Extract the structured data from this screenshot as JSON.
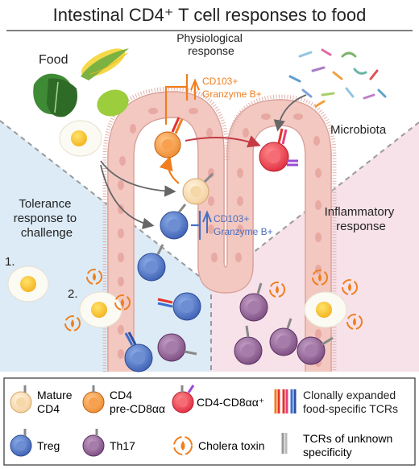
{
  "title": "Intestinal CD4⁺ T cell responses to food",
  "labels": {
    "food": "Food",
    "physiological": [
      "Physiological",
      "response"
    ],
    "microbiota": "Microbiota",
    "tolerance": [
      "Tolerance",
      "response to",
      "challenge"
    ],
    "inflammatory": [
      "Inflammatory",
      "response"
    ],
    "step1": "1.",
    "step2": "2."
  },
  "annotations": {
    "top": [
      "CD103+",
      "Granzyme B+"
    ],
    "middle": [
      "CD103+",
      "Granzyme B+"
    ]
  },
  "legend": {
    "mature": [
      "Mature",
      "CD4"
    ],
    "precd8": [
      "CD4",
      "pre-CD8αα"
    ],
    "cd8": "CD4-CD8αα⁺",
    "clonal": [
      "Clonally expanded",
      "food-specific TCRs"
    ],
    "treg": "Treg",
    "th17": "Th17",
    "cholera": "Cholera toxin",
    "unknown": [
      "TCRs of unknown",
      "specificity"
    ]
  },
  "colors": {
    "tolerance_bg": "#dcebf6",
    "inflammatory_bg": "#f7e2ea",
    "orange": "#f07e1e",
    "blue": "#4a6fc0",
    "red": "#e63a48",
    "purple": "#8a5a8e",
    "epithelium": "#f2c8c1"
  }
}
